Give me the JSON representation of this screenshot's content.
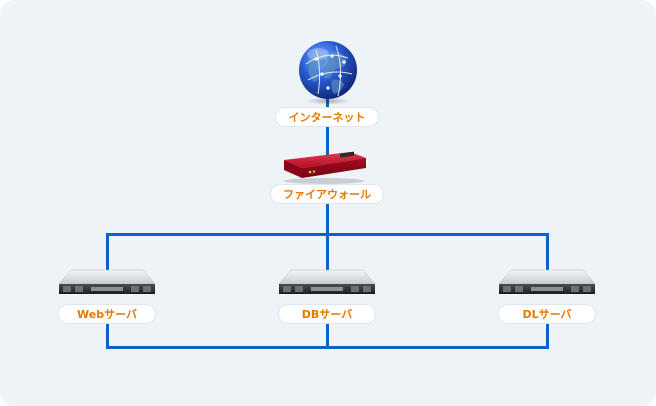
{
  "nodes": {
    "internet": {
      "label": "インターネット",
      "icon": "globe-icon"
    },
    "firewall": {
      "label": "ファイアウォール",
      "icon": "firewall-icon"
    },
    "web_server": {
      "label": "Webサーバ",
      "icon": "server-icon"
    },
    "db_server": {
      "label": "DBサーバ",
      "icon": "server-icon"
    },
    "dl_server": {
      "label": "DLサーバ",
      "icon": "server-icon"
    }
  },
  "colors": {
    "background": "#eef3f8",
    "connector": "#0a63c8",
    "label_text": "#e07a00",
    "label_bg": "#ffffff",
    "firewall_body": "#c8102e"
  }
}
